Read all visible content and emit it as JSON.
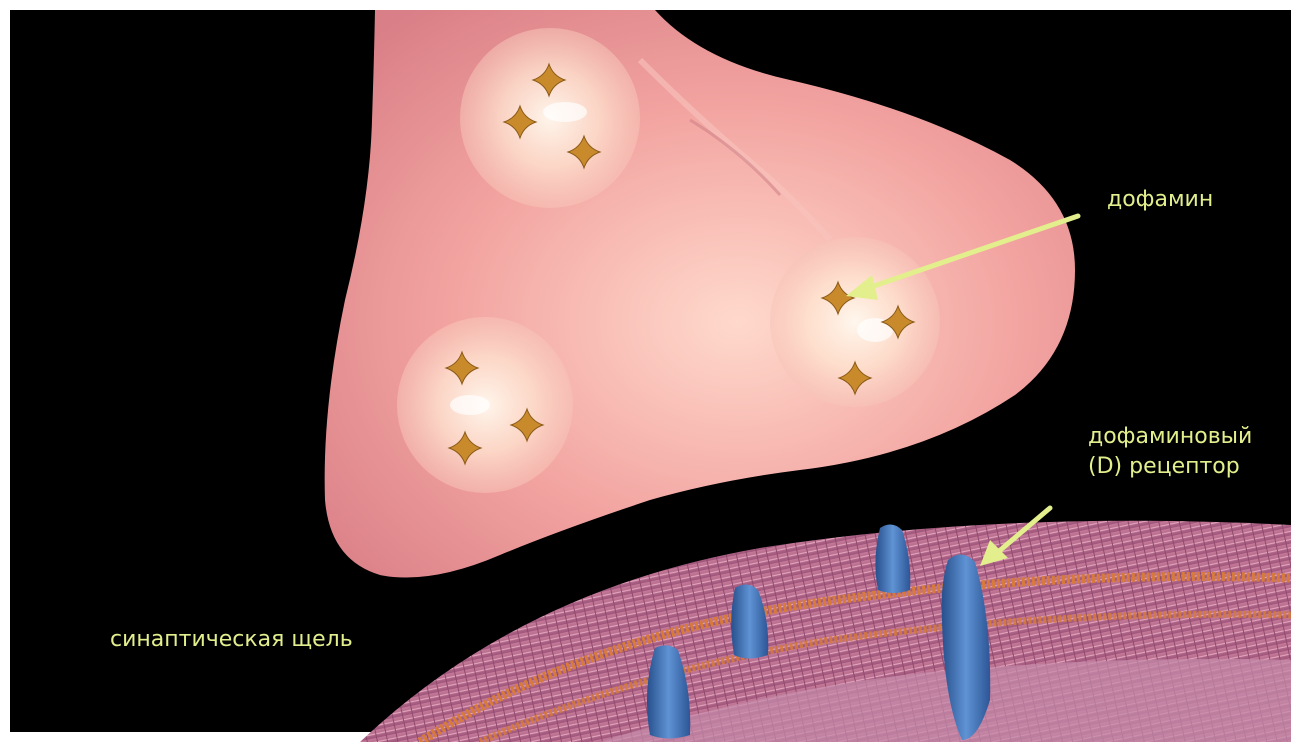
{
  "labels": {
    "dopamine": "дофамин",
    "receptor_line1": "дофаминовый",
    "receptor_line2": "(D) рецептор",
    "cleft": "синаптическая щель"
  },
  "colors": {
    "background": "#000000",
    "frame": "#ffffff",
    "terminal": "#f2a3a0",
    "vesicle": "#ffe6d2",
    "dopamine": "#c98a2c",
    "membrane": "#b86a8a",
    "membrane_band": "#d77a3a",
    "receptor": "#3f6fb0",
    "label": "#e3ee8c"
  }
}
